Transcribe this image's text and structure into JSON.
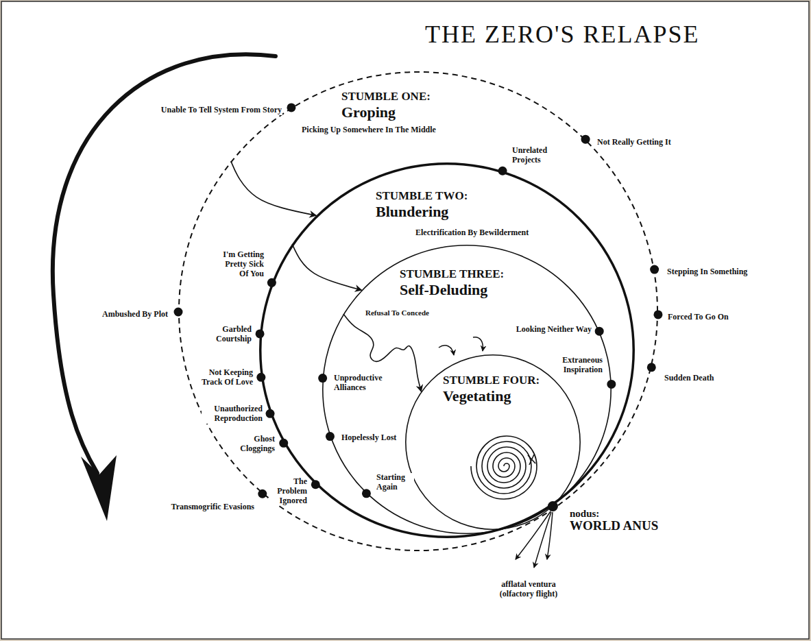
{
  "diagram": {
    "title": "THE ZERO'S RELAPSE",
    "nodes": [
      {
        "text": [
          "STUMBLE ONE:",
          "Groping",
          "Picking Up Somewhere In The Middle"
        ]
      },
      {
        "text": [
          "STUMBLE TWO:",
          "Blundering",
          "Electrification By Bewilderment"
        ],
        "in": 0
      },
      {
        "text": [
          "STUMBLE THREE:",
          "Self-Deluding"
        ],
        "in": 1
      },
      {
        "text": [
          "STUMBLE FOUR:",
          "Vegetating"
        ],
        "in": 2
      }
    ],
    "edges": [
      {
        "from": 0,
        "to": 1,
        "arrow": "to"
      },
      {
        "from": 1,
        "to": 2,
        "arrow": "to"
      },
      {
        "from": 2,
        "to": 3,
        "arrow": "to"
      }
    ],
    "labels": [
      "Unable To Tell System From Story",
      "Not Really Getting It",
      "Unrelated Projects",
      "I'm Getting Pretty Sick Of You",
      "Refusal To Concede",
      "Looking Neither Way",
      "Stepping In Something",
      "Ambushed By Plot",
      "Forced To Go On",
      "Garbled Courtship",
      "Extraneous Inspiration",
      "Sudden Death",
      "Unproductive Alliances",
      "Not Keeping Track Of Love",
      "Unauthorized Reproduction",
      "Hopelessly Lost",
      "Ghost Cloggings",
      "Starting Again",
      "The Problem Ignored",
      "Transmogrific Evasions",
      "nodus:",
      "WORLD ANUS",
      "afflatal ventura (olfactory flight)"
    ]
  }
}
